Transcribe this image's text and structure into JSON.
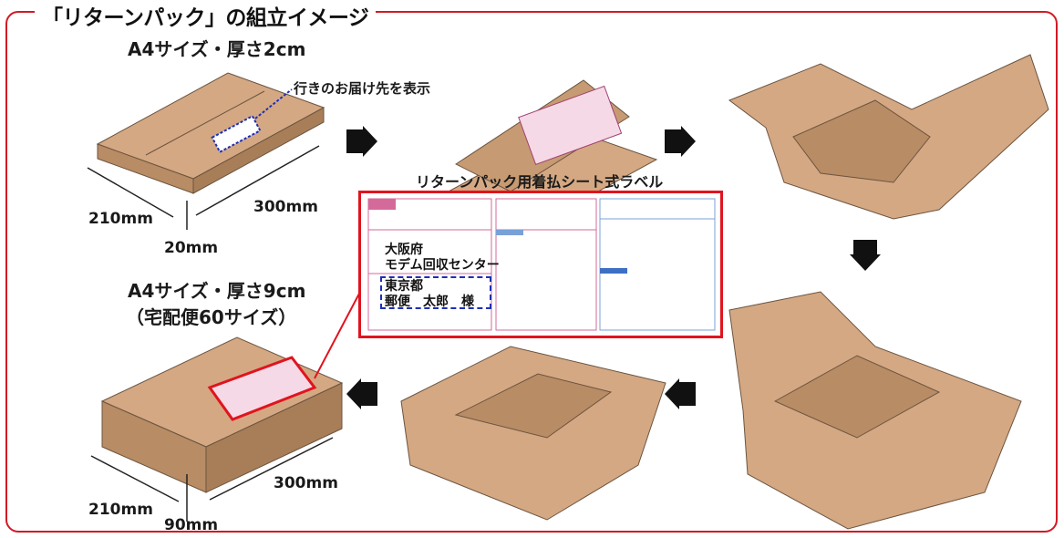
{
  "title": "「リターンパック」の組立イメージ",
  "box_small": {
    "size_label": "A4サイズ・厚さ2cm",
    "callout": "行きのお届け先を表示",
    "dim_width": "210mm",
    "dim_length": "300mm",
    "dim_height": "20mm"
  },
  "box_large": {
    "size_label": "A4サイズ・厚さ9cm",
    "size_note": "（宅配便60サイズ）",
    "dim_width": "210mm",
    "dim_length": "300mm",
    "dim_height": "90mm"
  },
  "label_panel": {
    "title": "リターンパック用着払シート式ラベル",
    "sender_prefecture": "大阪府",
    "sender_name": "モデム回収センター",
    "recipient_prefecture": "東京都",
    "recipient_name": "郵便　太郎　様"
  },
  "colors": {
    "frame": "#d11a24",
    "cardboard": "#c89b74",
    "arrow": "#111111",
    "highlight": "#e0141e",
    "dashed": "#1c2fb5"
  }
}
